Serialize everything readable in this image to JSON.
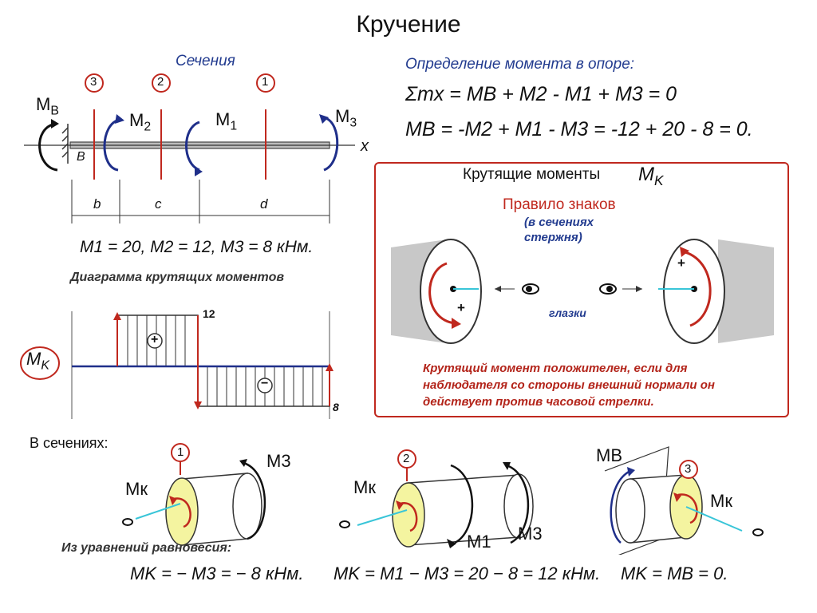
{
  "title": "Кручение",
  "beam": {
    "sections_label": "Сечения",
    "section_numbers": [
      "3",
      "2",
      "1"
    ],
    "moment_labels": [
      "M",
      "M",
      "M",
      "M"
    ],
    "moment_subs": [
      "B",
      "2",
      "1",
      "3"
    ],
    "support_label": "B",
    "x_axis": "x",
    "dims": [
      "b",
      "c",
      "d"
    ],
    "given_values": "M1 = 20,  M2 = 12,  M3 = 8 кНм."
  },
  "equilibrium": {
    "heading": "Определение момента  в опоре:",
    "eq1": "Σmx = MB + M2 - M1 + M3 = 0",
    "eq2": "MB = -M2 + M1 - M3 = -12 + 20 - 8 = 0."
  },
  "diagram": {
    "title": "Диаграмма крутящих моментов",
    "mk_label": "M",
    "mk_sub": "K",
    "plus": "+",
    "minus": "−",
    "value_top": "12",
    "value_bottom": "8"
  },
  "rule": {
    "heading": "Крутящие моменты",
    "mk": "M",
    "mk_sub": "K",
    "rule_title": "Правило знаков",
    "rule_sub1": "(в сечениях",
    "rule_sub2": "стержня)",
    "eyes_label": "глазки",
    "plus": "+",
    "note1": "Крутящий момент положителен, если для",
    "note2": "наблюдателя со стороны внешний нормали он",
    "note3": "действует против часовой стрелки."
  },
  "sections": {
    "heading": "В сечениях:",
    "cases": [
      {
        "number": "1",
        "labels": [
          "Mк",
          "M3"
        ],
        "formula": "MK = − M3 = − 8 кНм."
      },
      {
        "number": "2",
        "labels": [
          "Mк",
          "M1",
          "M3"
        ],
        "formula": "MK = M1 − M3 = 20 − 8 = 12 кНм."
      },
      {
        "number": "3",
        "labels": [
          "MB",
          "Mк"
        ],
        "formula": "MK = MB = 0."
      }
    ],
    "equilibrium_note": "Из уравнений равновесия:"
  },
  "colors": {
    "red": "#c0281e",
    "blue": "#1f2f8a",
    "cyan": "#39c5d8",
    "yellow": "#f4f4a0",
    "gray": "#c8c8c8"
  }
}
